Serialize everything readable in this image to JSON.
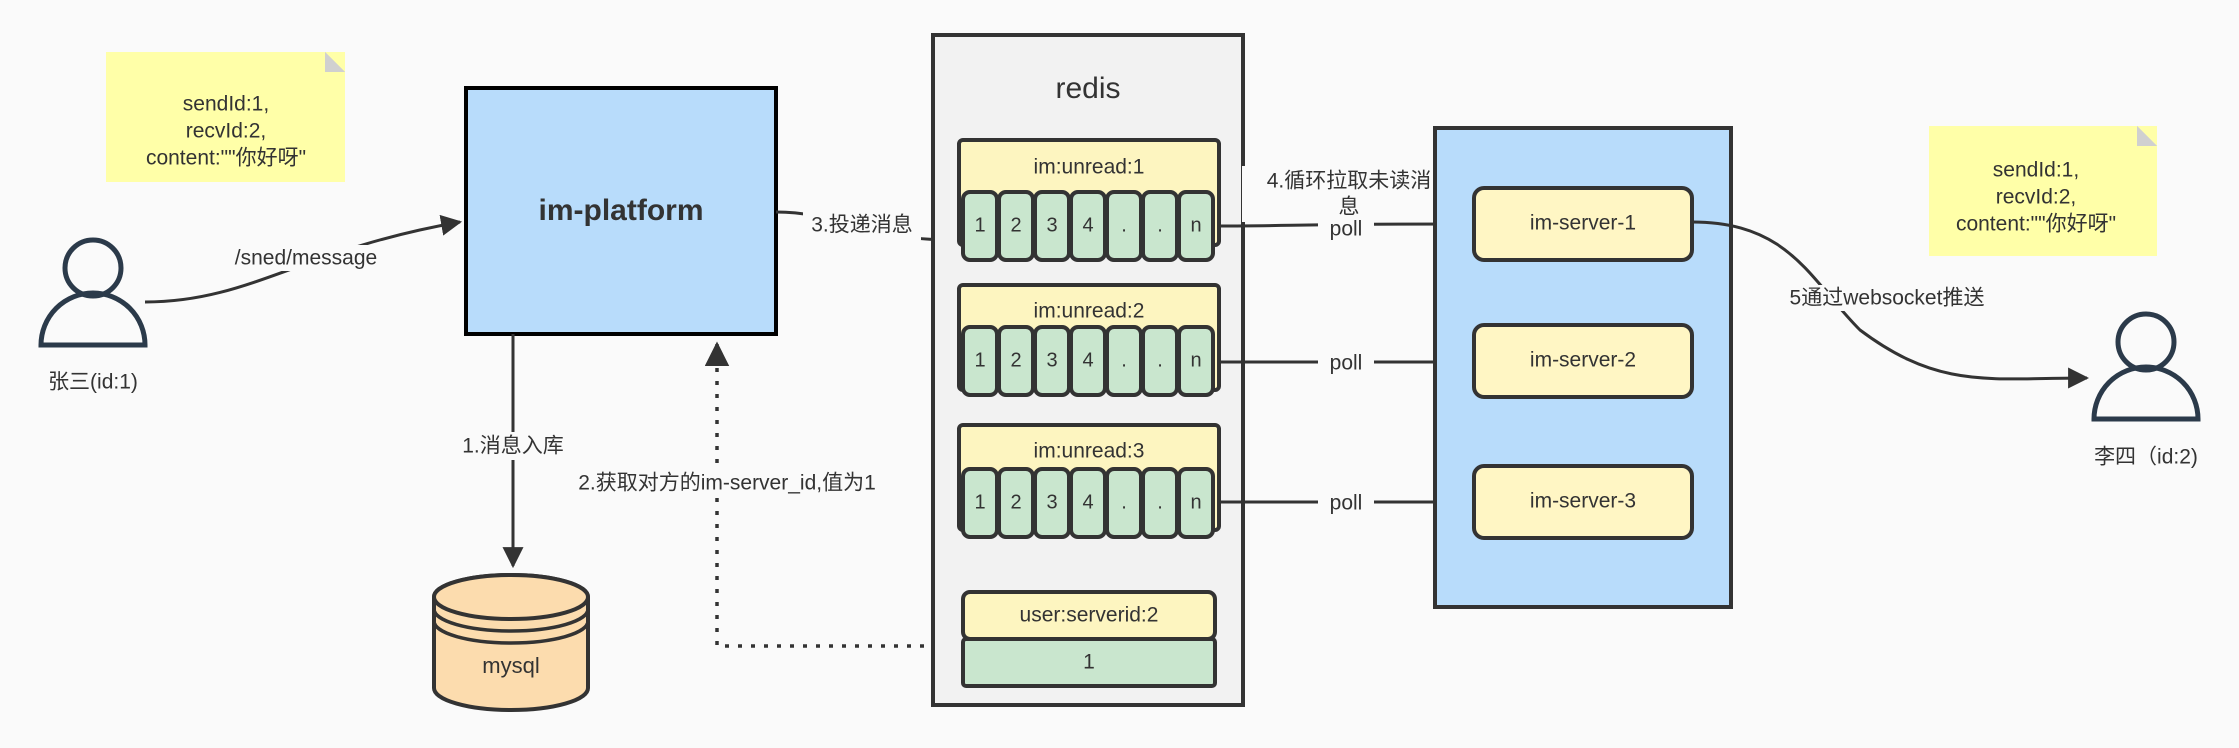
{
  "diagram": {
    "title": "IM message delivery architecture",
    "colors": {
      "blue_fill": "#b8dcfb",
      "yellow_fill": "#fff6c4",
      "green_fill": "#c9e6ce",
      "grey_fill": "#f2f2f2",
      "note_fill": "#ffffa8",
      "mysql_fill": "#fcdcae",
      "stroke": "#333333",
      "background": "#fafafa"
    },
    "actors": [
      {
        "id": "sender",
        "label": "张三(id:1)"
      },
      {
        "id": "receiver",
        "label": "李四（id:2)"
      }
    ],
    "notes": [
      {
        "id": "note-left",
        "lines": [
          "sendId:1,",
          "recvId:2,",
          "content:\"\"你好呀\""
        ]
      },
      {
        "id": "note-right",
        "lines": [
          "sendId:1,",
          "recvId:2,",
          "content:\"\"你好呀\""
        ]
      }
    ],
    "nodes": {
      "im_platform": "im-platform",
      "mysql": "mysql",
      "redis_title": "redis",
      "im_servers": [
        "im-server-1",
        "im-server-2",
        "im-server-3"
      ]
    },
    "redis_keys": [
      {
        "name": "im:unread:1",
        "cells": [
          "1",
          "2",
          "3",
          "4",
          ".",
          ".",
          "n"
        ]
      },
      {
        "name": "im:unread:2",
        "cells": [
          "1",
          "2",
          "3",
          "4",
          ".",
          ".",
          "n"
        ]
      },
      {
        "name": "im:unread:3",
        "cells": [
          "1",
          "2",
          "3",
          "4",
          ".",
          ".",
          "n"
        ]
      }
    ],
    "redis_serverid": {
      "name": "user:serverid:2",
      "value": "1"
    },
    "edge_labels": {
      "send_message": "/sned/message",
      "step1": "1.消息入库",
      "step2": "2.获取对方的im-server_id,值为1",
      "step3": "3.投递消息",
      "step4_line1": "4.循环拉取未读消",
      "step4_line2": "息",
      "poll1": "poll",
      "poll2": "poll",
      "poll3": "poll",
      "step5": "5通过websocket推送"
    }
  }
}
